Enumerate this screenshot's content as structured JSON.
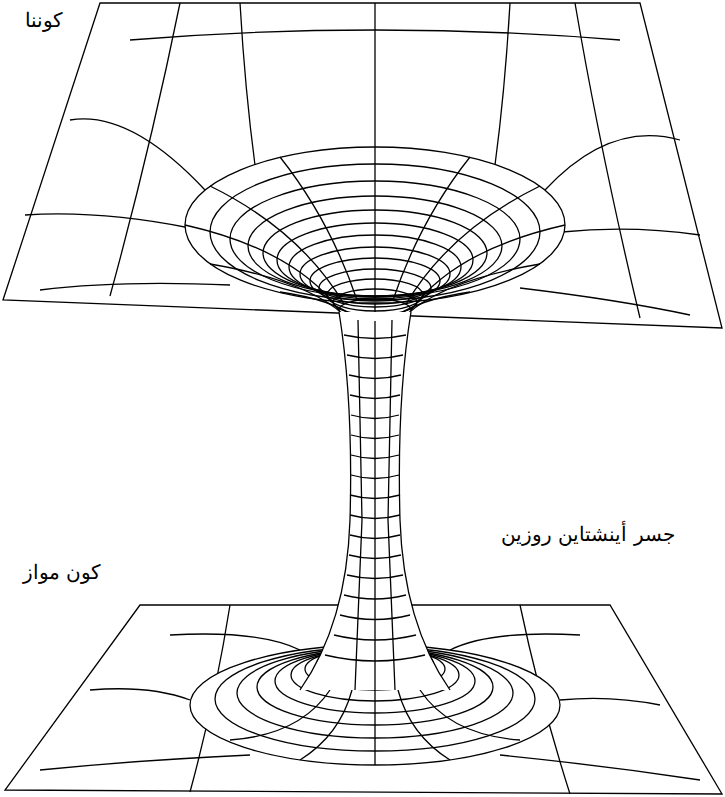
{
  "diagram": {
    "labels": [
      "كوننا",
      "جسر أينشتاين روزين",
      "كون مواز"
    ]
  }
}
